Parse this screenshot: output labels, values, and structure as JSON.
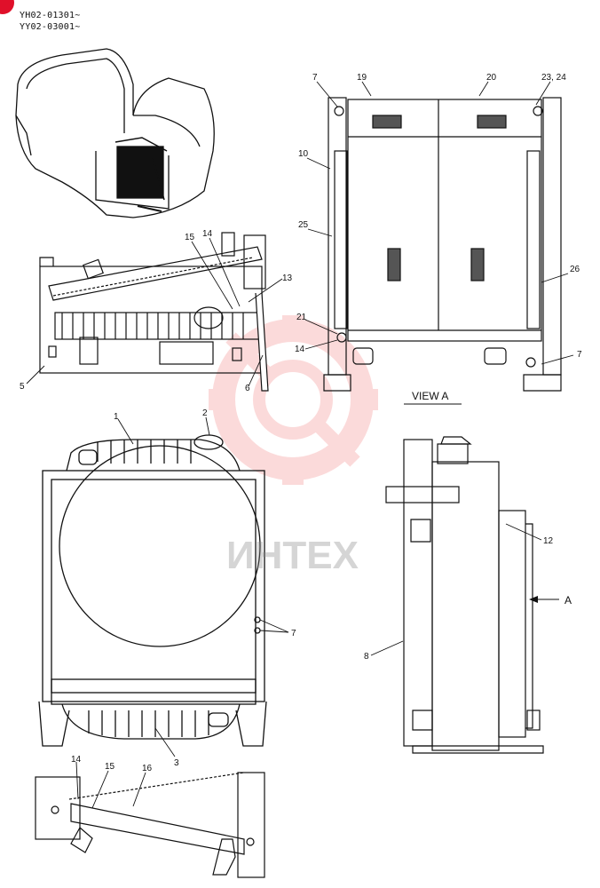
{
  "header": {
    "serial_lines": [
      "YH02-01301~",
      "YY02-03001~"
    ]
  },
  "colors": {
    "line": "#111111",
    "accent_red": "#e0102a",
    "watermark_red": "#f05a5a",
    "watermark_gray": "#8a8a8a"
  },
  "watermark": {
    "text": "ИНТЕХ"
  },
  "view_label": "VIEW A",
  "arrow_label": "A",
  "callouts": {
    "top_view": [
      "19",
      "20",
      "23, 24",
      "7",
      "10",
      "25",
      "26",
      "21",
      "14",
      "7"
    ],
    "side_view": [
      "15",
      "14",
      "13",
      "5",
      "6"
    ],
    "front_view": [
      "1",
      "2",
      "7",
      "3"
    ],
    "right_view": [
      "12",
      "8"
    ],
    "detail_view": [
      "14",
      "15",
      "16"
    ]
  }
}
